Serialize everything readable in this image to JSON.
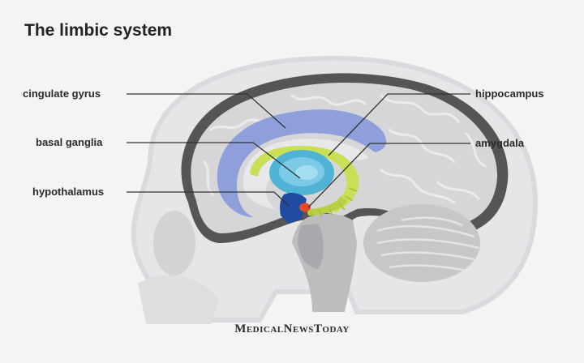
{
  "title": "The limbic system",
  "labels": {
    "cingulate_gyrus": "cingulate gyrus",
    "basal_ganglia": "basal ganglia",
    "hypothalamus": "hypothalamus",
    "hippocampus": "hippocampus",
    "amygdala": "amygdala"
  },
  "brand": "MedicalNewsToday",
  "colors": {
    "background": "#f4f4f5",
    "skull": "#e6e6e8",
    "brain_outline": "#555555",
    "brain_fill": "#d6d6d8",
    "cingulate": "#8f9fdc",
    "hippocampus": "#c8df56",
    "basal_ganglia": "#4fb3d6",
    "hypothalamus": "#1f4ba0",
    "amygdala": "#e24a2c",
    "leader_line": "#333333"
  }
}
